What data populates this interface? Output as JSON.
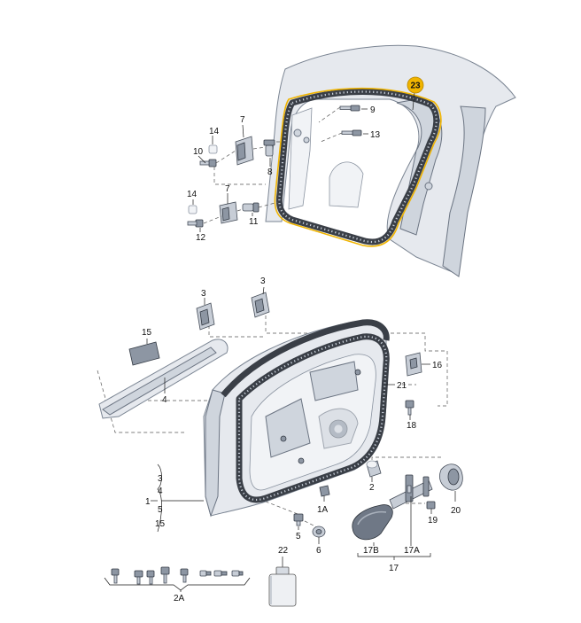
{
  "diagram": {
    "highlight_color": "#f0b400",
    "labels": {
      "seal_upper": "23",
      "bolt_9": "9",
      "bolt_13": "13",
      "cap_14_a": "14",
      "hinge_7_a": "7",
      "bolt_10": "10",
      "pin_8": "8",
      "cap_14_b": "14",
      "hinge_7_b": "7",
      "pin_11": "11",
      "bolt_12": "12",
      "hinge_3_a": "3",
      "hinge_3_b": "3",
      "pad_15": "15",
      "beam_4": "4",
      "seal_21": "21",
      "striker_16": "16",
      "screw_18": "18",
      "plug_2": "2",
      "clip_1a": "1A",
      "bolt_5": "5",
      "cap_6": "6",
      "bracket_19": "19",
      "cover_20": "20",
      "handle_17b": "17B",
      "carrier_17a": "17A",
      "group_17": "17",
      "paint_22": "22",
      "group_2a": "2A",
      "door_1": "1",
      "door_list": [
        "3",
        "4",
        "5",
        "15"
      ]
    }
  }
}
